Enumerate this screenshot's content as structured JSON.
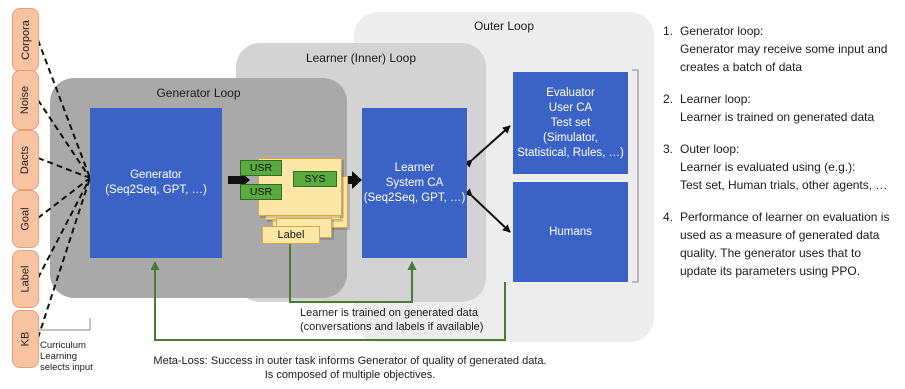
{
  "loops": {
    "outer_title": "Outer Loop",
    "inner_title": "Learner (Inner) Loop",
    "generator_title": "Generator Loop"
  },
  "inputs": [
    "Corpora",
    "Noise",
    "Dacts",
    "Goal",
    "Label",
    "KB"
  ],
  "curriculum_caption": [
    "Curriculum",
    "Learning",
    "selects input"
  ],
  "generator_box": [
    "Generator",
    "(Seq2Seq, GPT, …)"
  ],
  "data_docs": {
    "usr1": "USR",
    "usr2": "USR",
    "sys": "SYS",
    "label": "Label"
  },
  "learner_box": [
    "Learner",
    "System CA",
    "(Seq2Seq, GPT, …)"
  ],
  "evaluator_box": [
    "Evaluator",
    "User CA",
    "Test set",
    "(Simulator,",
    "Statistical, Rules, …)"
  ],
  "humans_box": "Humans",
  "learner_trained_caption": [
    "Learner is trained on generated data",
    "(conversations and labels if available)"
  ],
  "meta_loss_caption": [
    "Meta-Loss: Success in outer task informs Generator of quality of generated data.",
    "Is composed of multiple objectives."
  ],
  "steps": [
    {
      "num": "1.",
      "lines": [
        "Generator loop:",
        "Generator may receive some input and",
        "creates a batch of data"
      ]
    },
    {
      "num": "2.",
      "lines": [
        "Learner loop:",
        "Learner is trained on generated data"
      ]
    },
    {
      "num": "3.",
      "lines": [
        "Outer loop:",
        "Learner is evaluated using (e.g.):",
        "Test set, Human trials, other agents, …"
      ]
    },
    {
      "num": "4.",
      "lines": [
        "Performance of learner on evaluation is",
        "used as a measure of generated data",
        "quality. The generator uses that to",
        "update its parameters using PPO."
      ]
    }
  ],
  "colors": {
    "box_blue": "#3a63c5",
    "feedback_green": "#4a7a35",
    "chip_green": "#5aaa3f",
    "doc_yellow": "#fde7a6",
    "tab_peach": "#f8c3a1"
  }
}
